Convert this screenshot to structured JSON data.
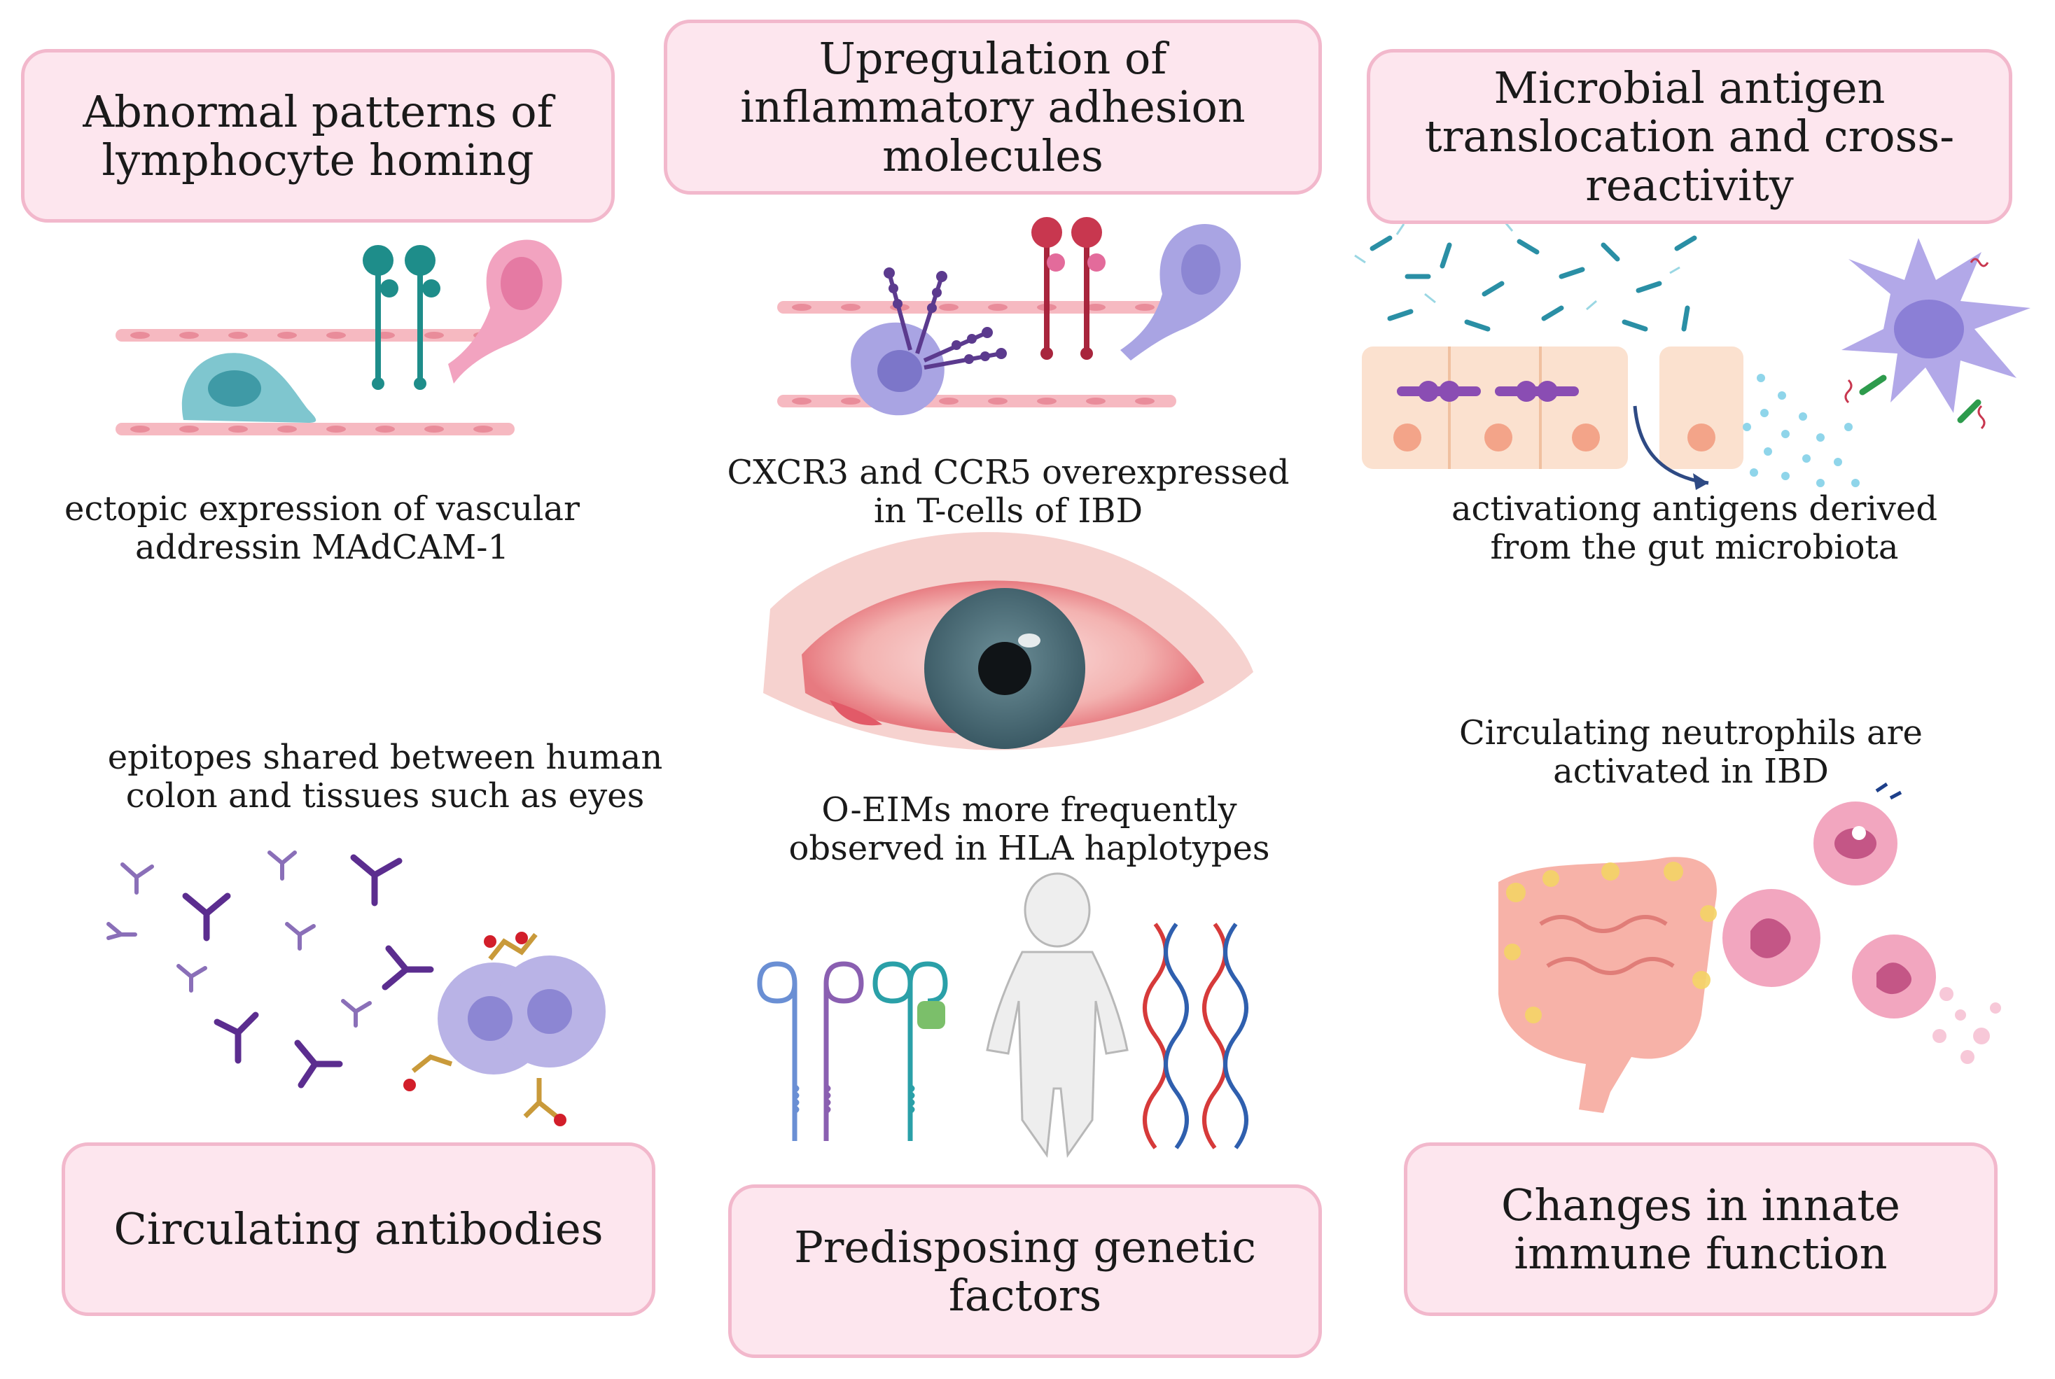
{
  "panels": {
    "lymphocyte_homing": {
      "title_l1": "Abnormal patterns of",
      "title_l2": "lymphocyte homing",
      "caption_l1": "ectopic expression of vascular",
      "caption_l2": "addressin MAdCAM-1"
    },
    "adhesion_molecules": {
      "title_l1": "Upregulation of",
      "title_l2": "inflammatory adhesion",
      "title_l3": "molecules",
      "caption_l1": "CXCR3 and CCR5 overexpressed",
      "caption_l2": "in T-cells of IBD"
    },
    "microbial_antigen": {
      "title_l1": "Microbial antigen",
      "title_l2": "translocation and cross-",
      "title_l3": "reactivity",
      "caption_l1": "activationg antigens derived",
      "caption_l2": "from the gut microbiota"
    },
    "circulating_antibodies": {
      "title": "Circulating antibodies",
      "caption_l1": "epitopes shared between human",
      "caption_l2": "colon and tissues such as eyes"
    },
    "genetic_factors": {
      "title_l1": "Predisposing genetic",
      "title_l2": "factors",
      "caption_l1": "O-EIMs more frequently",
      "caption_l2": "observed in HLA haplotypes"
    },
    "innate_immune": {
      "title_l1": "Changes in innate",
      "title_l2": "immune function",
      "caption_l1": "Circulating neutrophils are",
      "caption_l2": "activated in IBD"
    }
  },
  "colors": {
    "box_fill": "#fde6ee",
    "box_border": "#f2b8cc",
    "vessel": "#f6b9c1",
    "teal": "#1e8d8a",
    "crimson": "#c8374f",
    "purple": "#5b3a8e",
    "lavender": "#b9b3e6",
    "eye_iris": "#4d6e79"
  }
}
